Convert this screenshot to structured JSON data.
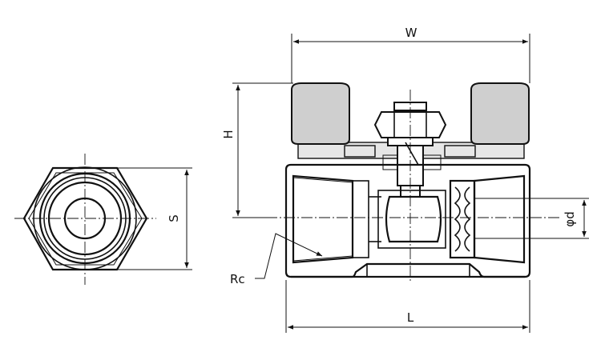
{
  "labels": {
    "width": "W",
    "height": "H",
    "hex_size": "S",
    "bore": "φd",
    "thread": "Rc",
    "length": "L"
  }
}
